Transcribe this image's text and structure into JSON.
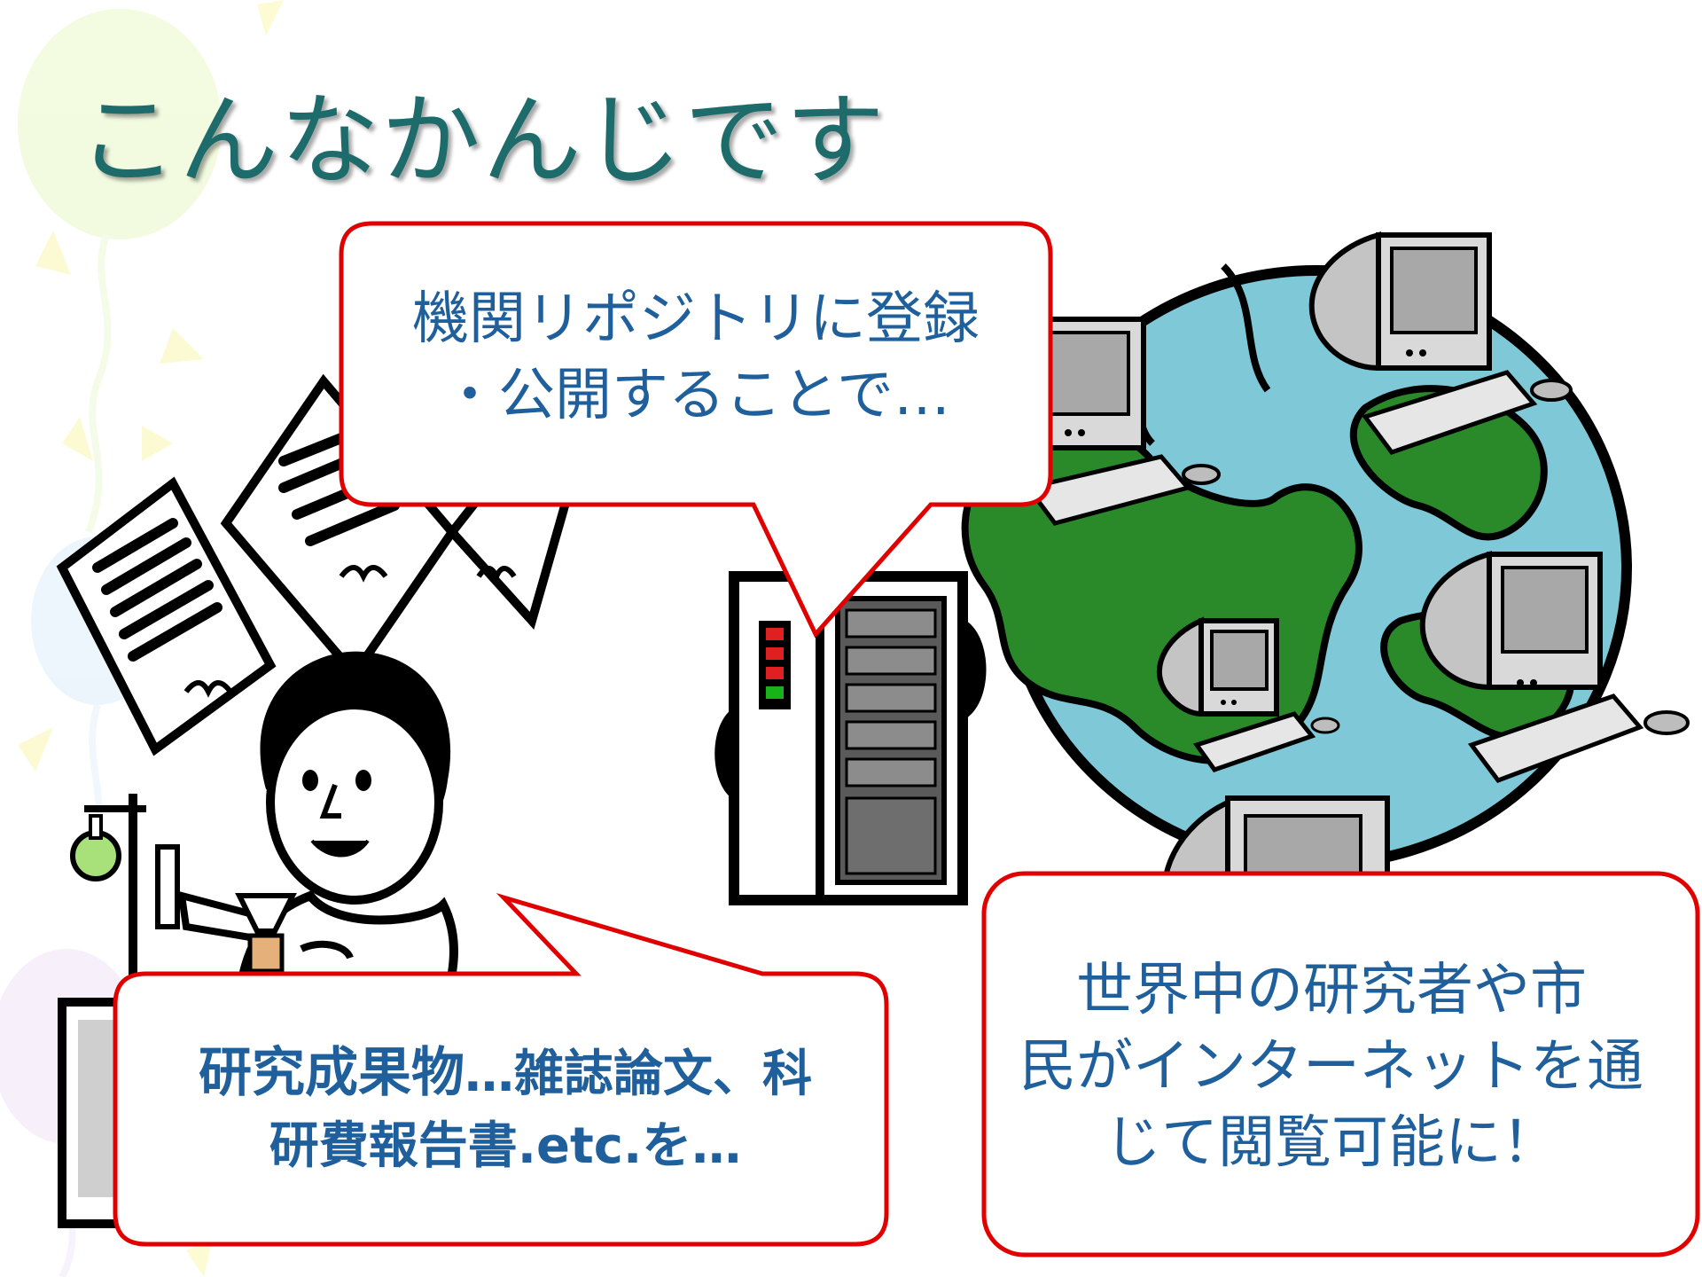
{
  "slide": {
    "title": "こんなかんじです",
    "bubble_top": {
      "line1": "機関リポジトリに登録",
      "line2": "・公開することで…"
    },
    "bubble_left": {
      "line1_strong": "研究成果物",
      "line1_rest": "…雑誌論文、科",
      "line2_strong": "研費報告書",
      "line2_rest": ".etc.を…"
    },
    "bubble_right": {
      "line1": "世界中の研究者や市",
      "line2": "民がインターネットを通",
      "line3": "じて閲覧可能に！"
    }
  },
  "colors": {
    "title": "#1e6b6b",
    "bubble_border": "#e00000",
    "bubble_text": "#1f5f9c",
    "ocean": "#74c7d6",
    "land": "#2a8a2a"
  },
  "icons": [
    "flying-papers-icon",
    "researcher-icon",
    "server-rack-icon",
    "globe-icon",
    "computer-icon"
  ]
}
